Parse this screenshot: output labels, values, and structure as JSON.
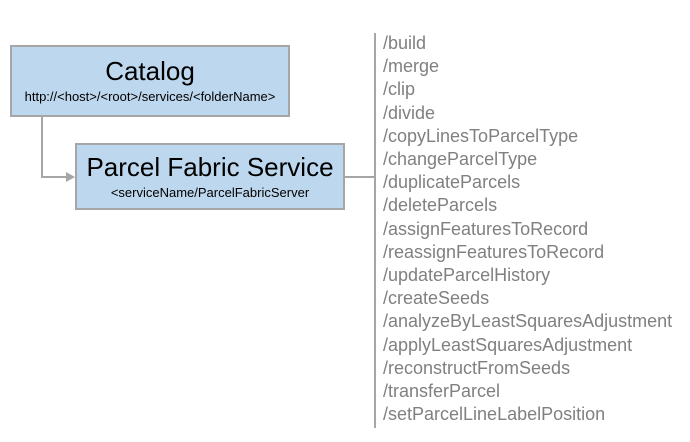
{
  "diagram": {
    "catalog_box": {
      "title": "Catalog",
      "subtitle": "http://<host>/<root>/services/<folderName>"
    },
    "service_box": {
      "title": "Parcel Fabric Service",
      "subtitle": "<serviceName/ParcelFabricServer"
    },
    "endpoints": [
      "/build",
      "/merge",
      "/clip",
      "/divide",
      "/copyLinesToParcelType",
      "/changeParcelType",
      "/duplicateParcels",
      "/deleteParcels",
      "/assignFeaturesToRecord",
      "/reassignFeaturesToRecord",
      "/updateParcelHistory",
      "/createSeeds",
      "/analyzeByLeastSquaresAdjustment",
      "/applyLeastSquaresAdjustment",
      "/reconstructFromSeeds",
      "/transferParcel",
      "/setParcelLineLabelPosition"
    ],
    "colors": {
      "box_fill": "#bdd7ee",
      "box_border": "#a6a6a6",
      "connector": "#a6a6a6",
      "endpoint_text": "#808080",
      "box_text": "#000000",
      "background": "#ffffff"
    }
  }
}
